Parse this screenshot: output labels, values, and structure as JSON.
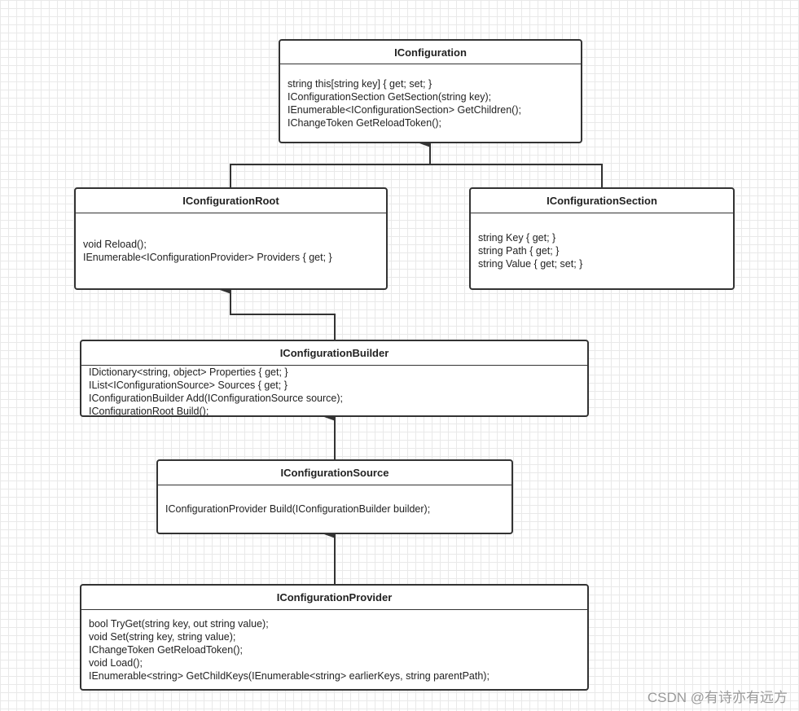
{
  "classes": {
    "configuration": {
      "name": "IConfiguration",
      "members": [
        "string this[string key] { get; set; }",
        "IConfigurationSection GetSection(string key);",
        "IEnumerable<IConfigurationSection> GetChildren();",
        "IChangeToken GetReloadToken();"
      ]
    },
    "root": {
      "name": "IConfigurationRoot",
      "members": [
        "void Reload();",
        "IEnumerable<IConfigurationProvider> Providers { get; }"
      ]
    },
    "section": {
      "name": "IConfigurationSection",
      "members": [
        "string Key { get; }",
        "string Path { get; }",
        "string Value { get; set; }"
      ]
    },
    "builder": {
      "name": "IConfigurationBuilder",
      "members": [
        "IDictionary<string, object> Properties { get; }",
        "IList<IConfigurationSource> Sources { get; }",
        "IConfigurationBuilder Add(IConfigurationSource source);",
        "IConfigurationRoot Build();"
      ]
    },
    "source": {
      "name": "IConfigurationSource",
      "members": [
        "IConfigurationProvider Build(IConfigurationBuilder builder);"
      ]
    },
    "provider": {
      "name": "IConfigurationProvider",
      "members": [
        "bool TryGet(string key, out string value);",
        "void Set(string key, string value);",
        "IChangeToken GetReloadToken();",
        "void Load();",
        "IEnumerable<string> GetChildKeys(IEnumerable<string> earlierKeys, string parentPath);"
      ]
    }
  },
  "watermark": "CSDN @有诗亦有远方"
}
